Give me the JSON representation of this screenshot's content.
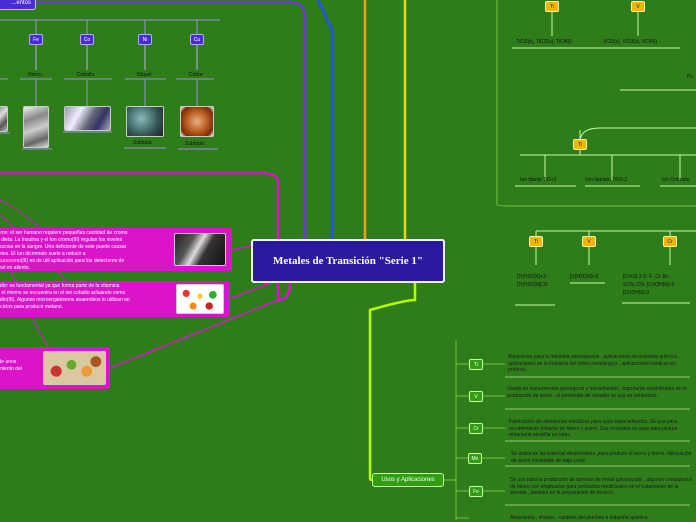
{
  "central": {
    "title": "Metales de Transición \"Serie 1\""
  },
  "top_left": {
    "title": "...entos",
    "metals": [
      {
        "symbol": "Fe",
        "name": "Hierro",
        "caption": ""
      },
      {
        "symbol": "Co",
        "name": "Cobalto",
        "caption": ""
      },
      {
        "symbol": "Ni",
        "name": "Níquel",
        "caption": "Subtopic"
      },
      {
        "symbol": "Cu",
        "name": "Cobre",
        "caption": "Subtopic"
      }
    ]
  },
  "bio": [
    {
      "text": "romo: el ser humano requiere pequeñas cantidad de cromo\nla dieta. La Insulina y el Ion cromo(III) regulan los niveles\nglucosa en la sangre. Una deficiente de este puede causar\nbetes. El Ion dicromato suele a reducir a\nacuocromo(III) es de útil aplicación para los detectores de\nohol en aliento."
    },
    {
      "text": "balto: es fundamental ya que forma parte de la vitamina\n2, el mismo se encuentra en el ion cobalto actuando como\nbalto(III). Algunos microorganismos anaerobios lo utilizan en\nn ciclos para producir metano."
    },
    {
      "text": "l de unos\namiento del"
    }
  ],
  "top_right": {
    "chlorides": [
      {
        "symbol": "Ti",
        "formula": "TiCl2(s), TiCl3(s), TiCl4(l)"
      },
      {
        "symbol": "V",
        "formula": "VCl2(s), VCl3(s), VCl4(l)"
      }
    ],
    "side_label": "Pu",
    "ions_header": "Ti",
    "ions": [
      {
        "label": "Ion titanio TiO+2"
      },
      {
        "label": "Ion titanato TiO3-2"
      },
      {
        "label": "Ion Cromato"
      }
    ],
    "complexes": [
      {
        "symbol": "Ti",
        "lines": [
          "[Ti(H2O)6]+3",
          "[Ti(H2O)6]Cl3"
        ]
      },
      {
        "symbol": "V",
        "lines": [
          "[V(H2O)6]+3"
        ]
      },
      {
        "symbol": "Cr",
        "lines": [
          "[CrX6]-3   X: F-,Cl-,Br-,",
          "SCN-,CN-  [Cr(OH)6]+3",
          "[Cr(OH)6]-3"
        ]
      }
    ]
  },
  "uses": {
    "title": "Usos y Aplicaciones",
    "items": [
      {
        "symbol": "Ti",
        "text": "Aleaciones para la industria aeroespacial , aplicaciones en industria química , aplicaciones en la industria del refino metalúrgico , aplicaciones médicas en prótesis."
      },
      {
        "symbol": "V",
        "text": "Usado en instrumentos quirúrgicos y herramientas, importante estabilizador en la  producción de acero , el pentóxido de vanadio se usa en cerámicas ."
      },
      {
        "symbol": "Cr",
        "text": "Fabricación de aleaciones metálicas para usos especializados. Se usa para recubrimiento brillante de hierro y acero. Sus cromatos se usan para pintura retractaria amarilla en rutas."
      },
      {
        "symbol": "Mn",
        "text": "Se utiliza en las baterías desechables ,para producir el acero y hierro, fabricación  de acero inoxidable de bajo costo"
      },
      {
        "symbol": "Fe",
        "text": "Se usa para la producción de láminas de metal galvanizado , algunos compuestos de hierro son empleados para productos medicinales en el tratamiento de la anemia , también en la preparación de tónicos."
      },
      {
        "symbol": "",
        "text": "Aleaciones , imanes , catálisis del petróleo e industria química"
      }
    ]
  },
  "colors": {
    "background": "#2e7d1a",
    "central": "#2a1a9e",
    "pink": "#d914c9",
    "yellow_line": "#e8d800",
    "orange_line": "#f0a020",
    "blue_line": "#2050ff",
    "purple_line": "#6a3ad0"
  }
}
